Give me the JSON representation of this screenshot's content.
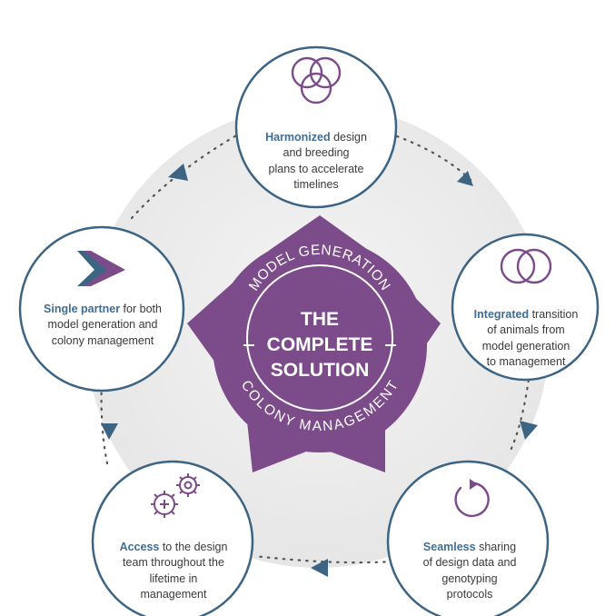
{
  "center": {
    "line1": "THE",
    "line2": "COMPLETE",
    "line3": "SOLUTION",
    "arc_top": "MODEL GENERATION",
    "arc_bottom": "COLONY MANAGEMENT"
  },
  "nodes": {
    "harmonized": {
      "title": "Harmonized",
      "l1": " design",
      "l2": "and breeding",
      "l3": "plans to accelerate",
      "l4": "timelines",
      "icon": "triple-circles-icon"
    },
    "integrated": {
      "title": "Integrated",
      "l1": " transition",
      "l2": "of animals from",
      "l3": "model generation",
      "l4": "to management",
      "icon": "interlocked-rings-icon"
    },
    "seamless": {
      "title": "Seamless",
      "l1": " sharing",
      "l2": "of design data and",
      "l3": "genotyping",
      "l4": "protocols",
      "icon": "refresh-cycle-icon"
    },
    "access": {
      "title": "Access",
      "l1": " to the design",
      "l2": "team throughout the",
      "l3": "lifetime in",
      "l4": "management",
      "icon": "gears-icon"
    },
    "single": {
      "title": "Single partner",
      "l1": " for both",
      "l2": "model generation and",
      "l3": "colony management",
      "icon": "brand-arrow-icon"
    }
  },
  "colors": {
    "purple": "#7c4b8a",
    "ring_blue": "#3d6583",
    "accent_blue": "#3f6e94",
    "background_disc": "#ececec",
    "dots": "#555555"
  }
}
